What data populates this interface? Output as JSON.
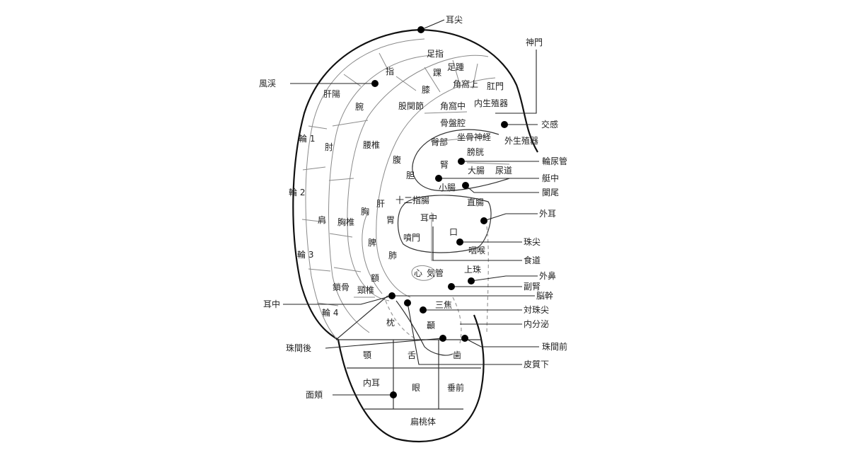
{
  "diagram": {
    "callouts": {
      "jijian": "耳尖",
      "shenmen": "神門",
      "fengxi": "風渓",
      "jiaogan": "交感",
      "niaodao_guan": "輪尿管",
      "qizhong": "艇中",
      "lanwei": "闌尾",
      "waier": "外耳",
      "zhujian": "珠尖",
      "shidao": "食道",
      "waibi": "外鼻",
      "fushen": "副腎",
      "naogan": "脳幹",
      "erzhong_left": "耳中",
      "duizhujian": "対珠尖",
      "neifenmi": "内分泌",
      "zhujianhou": "珠間後",
      "zhujianqian": "珠間前",
      "pizhixia": "皮質下",
      "mianjia": "面頬"
    },
    "regions": {
      "zuzhi": "足指",
      "zugen": "足踵",
      "zhi": "指",
      "huai": "踝",
      "jiaowoshang": "角窩上",
      "gangmen": "肛門",
      "ganyang": "肝陽",
      "xi": "膝",
      "wan": "腕",
      "guguanjie": "股関節",
      "jiaowozhong": "角窩中",
      "neishengzhiqi": "内生殖器",
      "gupanqiang": "骨盤腔",
      "zuogushenjing": "坐骨神経",
      "lun1": "輪 1",
      "zhou": "肘",
      "yaozhui": "腰椎",
      "tunbu": "臀部",
      "pangguang": "膀胱",
      "waishengzhiqi": "外生殖器",
      "fu": "腹",
      "shen": "腎",
      "dan": "胆",
      "dachang": "大腸",
      "niaodao": "尿道",
      "xiaochang": "小腸",
      "lun2": "輪 2",
      "shierzhichang": "十二指腸",
      "gan": "肝",
      "xiong": "胸",
      "zhichang": "直腸",
      "jian": "肩",
      "xiongzhui": "胸椎",
      "wei": "胃",
      "erzhong": "耳中",
      "penmen": "噴門",
      "kou": "口",
      "pi": "脾",
      "yanhou": "咽喉",
      "lun3": "輪 3",
      "fei": "肺",
      "xin": "心",
      "qiguan": "気管",
      "shangzhu": "上珠",
      "e": "額",
      "suogu": "鎖骨",
      "jingzhui": "頸椎",
      "sanjiao": "三焦",
      "lun4": "輪 4",
      "zhen": "枕",
      "nie": "顳",
      "he": "顎",
      "she": "舌",
      "chi": "歯",
      "neier": "内耳",
      "yan": "眼",
      "chuiqian": "垂前",
      "biantaoti": "扁桃体"
    }
  }
}
